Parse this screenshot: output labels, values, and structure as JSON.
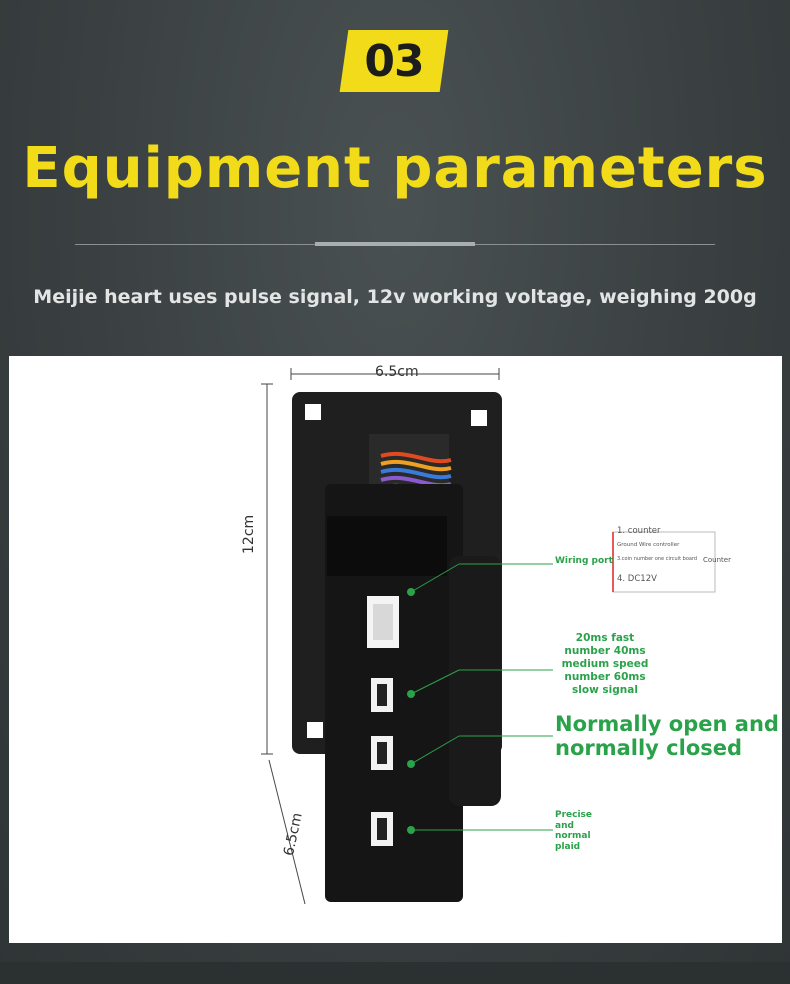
{
  "badge": {
    "number": "03"
  },
  "header": {
    "title": "Equipment parameters",
    "subtitle": "Meijie heart uses pulse signal, 12v working voltage, weighing 200g"
  },
  "dimensions": {
    "width": "6.5cm",
    "height": "12cm",
    "depth": "6.5cm"
  },
  "callouts": {
    "wiring_port": "Wiring port",
    "signal_speed": [
      "20ms fast",
      "number 40ms",
      "medium speed",
      "number 60ms",
      "slow signal"
    ],
    "normal_mode": [
      "Normally open and",
      "normally closed"
    ],
    "precise": [
      "Precise",
      "and",
      "normal",
      "plaid"
    ]
  },
  "wiring_diagram": {
    "line1": "1. counter",
    "line2": "Ground Wire controller",
    "line3": "3.coin number one circuit board",
    "line4": "4. DC12V",
    "side": "Counter"
  },
  "colors": {
    "accent_yellow": "#f2dc1a",
    "callout_green": "#2aa24a",
    "background": "#3a4041"
  }
}
